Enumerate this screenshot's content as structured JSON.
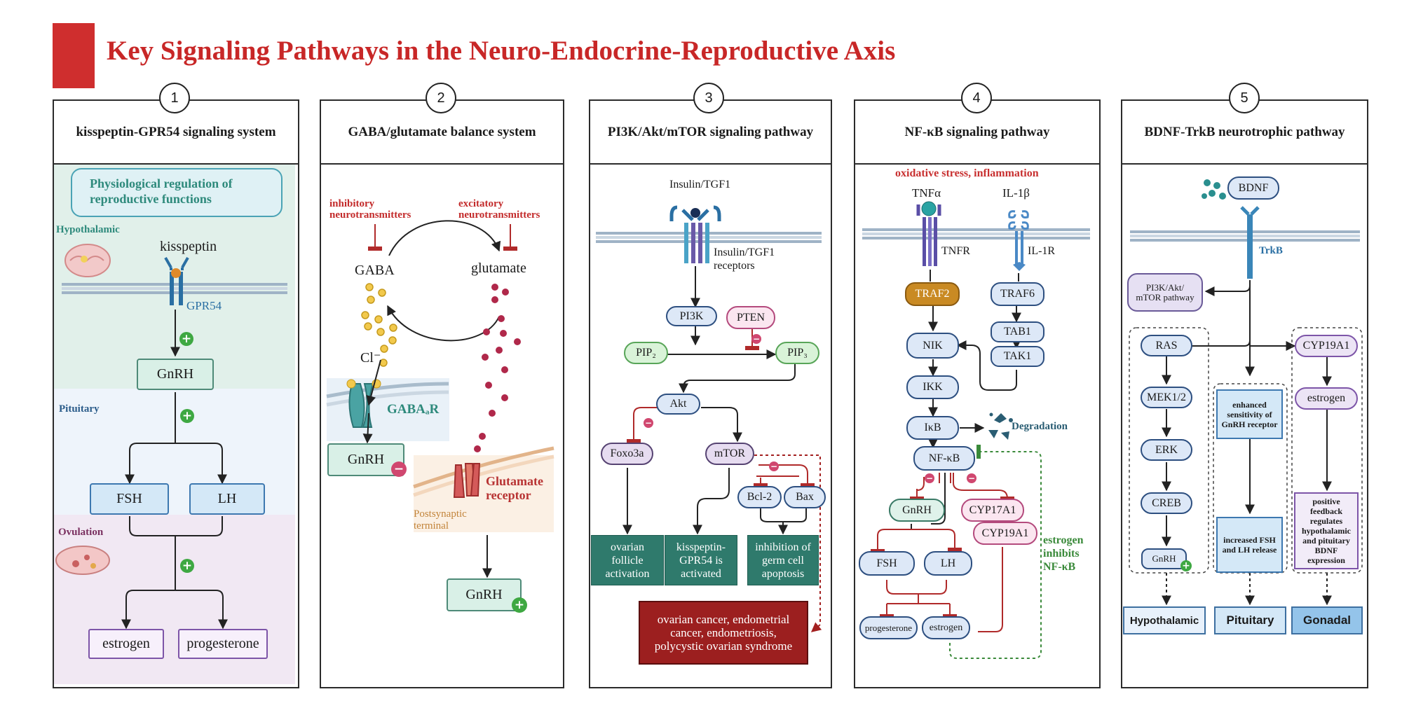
{
  "title": "Key Signaling Pathways in the Neuro-Endocrine-Reproductive Axis",
  "panels": [
    {
      "num": "1",
      "title": "kisspeptin-GPR54 signaling system"
    },
    {
      "num": "2",
      "title": "GABA/glutamate balance system"
    },
    {
      "num": "3",
      "title": "PI3K/Akt/mTOR signaling pathway"
    },
    {
      "num": "4",
      "title": "NF-κB signaling pathway"
    },
    {
      "num": "5",
      "title": "BDNF-TrkB neurotrophic pathway"
    }
  ],
  "p1": {
    "physio": "Physiological regulation of reproductive functions",
    "hypothalamic": "Hypothalamic",
    "kisspeptin": "kisspeptin",
    "gpr54": "GPR54",
    "gnrh": "GnRH",
    "pituitary": "Pituitary",
    "fsh": "FSH",
    "lh": "LH",
    "ovulation": "Ovulation",
    "estrogen": "estrogen",
    "progesterone": "progesterone"
  },
  "p2": {
    "inhibitory": "inhibitory neurotransmitters",
    "excitatory": "excitatory neurotransmitters",
    "gaba": "GABA",
    "glutamate": "glutamate",
    "cl": "Cl⁻",
    "gabaar": "GABAₐR",
    "gnrh": "GnRH",
    "glut_receptor": "Glutamate receptor",
    "postsynaptic": "Postsynaptic terminal",
    "gnrh2": "GnRH"
  },
  "p3": {
    "ligand": "Insulin/TGF1",
    "receptor": "Insulin/TGF1 receptors",
    "pi3k": "PI3K",
    "pten": "PTEN",
    "pip2": "PIP₂",
    "pip3": "PIP₃",
    "akt": "Akt",
    "foxo3a": "Foxo3a",
    "mtor": "mTOR",
    "bcl2": "Bcl-2",
    "bax": "Bax",
    "out1": "ovarian follicle activation",
    "out2": "kisspeptin-GPR54 is activated",
    "out3": "inhibition of germ cell apoptosis",
    "disease": "ovarian cancer, endometrial cancer, endometriosis, polycystic ovarian syndrome"
  },
  "p4": {
    "stress": "oxidative stress, inflammation",
    "tnfa": "TNFα",
    "il1b": "IL-1β",
    "tnfr": "TNFR",
    "il1r": "IL-1R",
    "traf2": "TRAF2",
    "traf6": "TRAF6",
    "tab1": "TAB1",
    "tak1": "TAK1",
    "nik": "NIK",
    "ikk": "IKK",
    "ikb": "IκB",
    "degradation": "Degradation",
    "nfkb": "NF-κB",
    "gnrh": "GnRH",
    "cyp17": "CYP17A1",
    "cyp19": "CYP19A1",
    "fsh": "FSH",
    "lh": "LH",
    "progesterone": "progesterone",
    "estrogen": "estrogen",
    "estrogen_inh": "estrogen inhibits NF-κB"
  },
  "p5": {
    "bdnf": "BDNF",
    "trkb": "TrkB",
    "pi3k": "PI3K/Akt/ mTOR pathway",
    "ras": "RAS",
    "mek": "MEK1/2",
    "erk": "ERK",
    "creb": "CREB",
    "gnrh": "GnRH",
    "enhanced": "enhanced sensitivity of GnRH receptor",
    "increased": "increased FSH and LH release",
    "cyp19": "CYP19A1",
    "estrogen": "estrogen",
    "positive": "positive feedback regulates hypothalamic and pituitary BDNF expression",
    "hypo": "Hypothalamic",
    "pit": "Pituitary",
    "gon": "Gonadal"
  },
  "colors": {
    "title_red": "#c82727",
    "teal": "#2f7a6c",
    "dark_red": "#9c1f1f",
    "plus_green": "#3ea842",
    "minus_pink": "#d0476f"
  }
}
